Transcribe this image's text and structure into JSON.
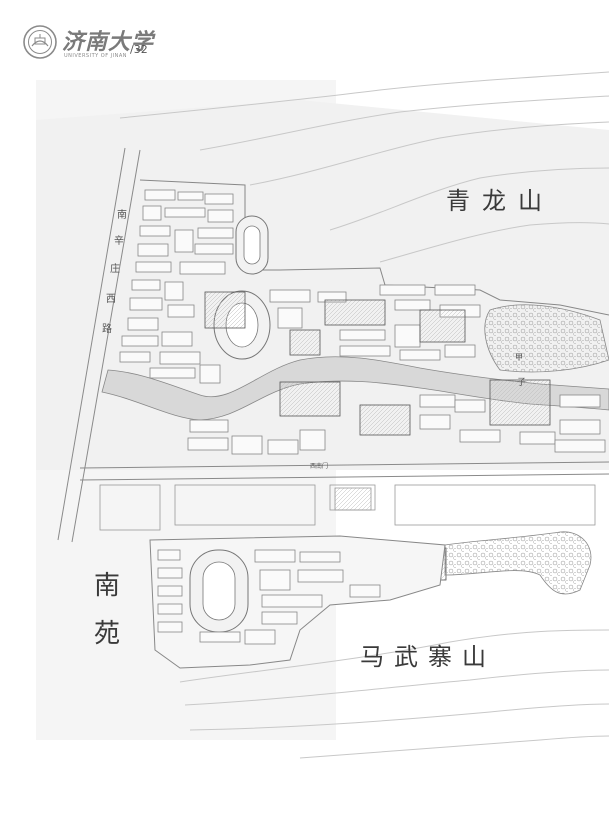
{
  "header": {
    "logo_text": "济南大学",
    "logo_subtitle": "UNIVERSITY OF JINAN",
    "page_number": "/32"
  },
  "map": {
    "labels": {
      "qinglong_mountain": "青龙山",
      "nanyuan": "南苑",
      "mawuzhai_mountain": "马武寨山",
      "road_west_nanxinzhuang": "南辛庄西路",
      "lake_jia": "甲",
      "lake_zi": "子",
      "south_gate": "西南门"
    }
  }
}
